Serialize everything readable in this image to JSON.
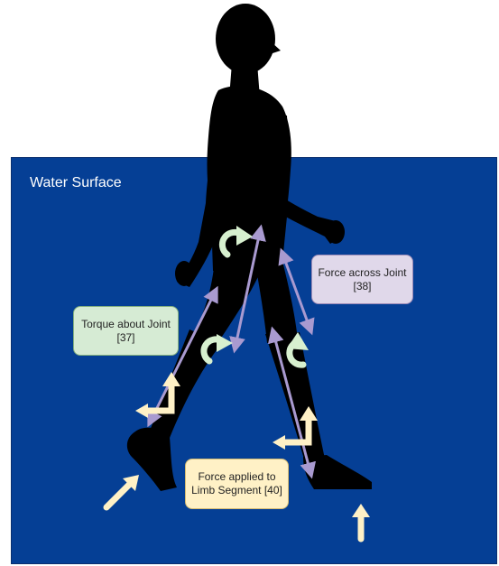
{
  "water": {
    "label": "Water Surface"
  },
  "labels": {
    "torque": {
      "line1": "Torque about Joint",
      "line2": "[37]"
    },
    "force_joint": {
      "line1": "Force across Joint",
      "line2": "[38]"
    },
    "force_limb": {
      "line1": "Force applied to",
      "line2": "Limb Segment [40]"
    }
  },
  "colors": {
    "water": "#053f95",
    "silhouette": "#000000",
    "torque_arrow": "#d7f0cf",
    "force_joint_arrow": "#a99ad0",
    "force_limb_arrow": "#fff1c6"
  }
}
